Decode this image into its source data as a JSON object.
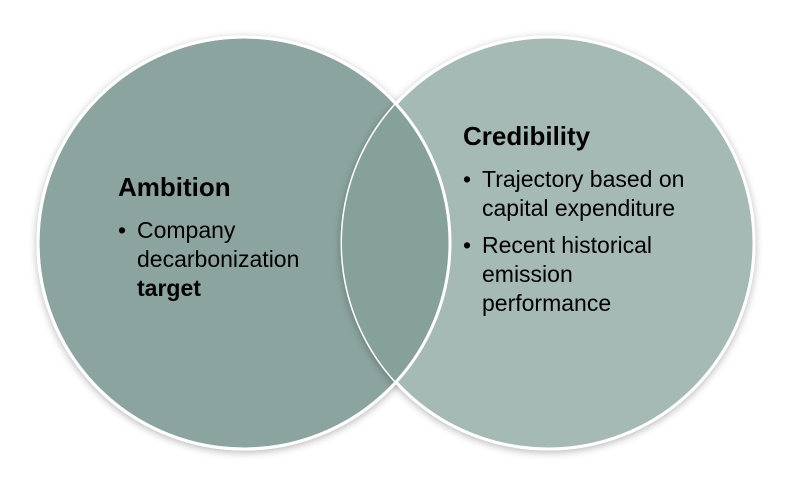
{
  "diagram": {
    "colors": {
      "left_circle": "#8ba49f",
      "right_circle": "#a5b9b5",
      "overlap": "#86a09a",
      "border": "#ffffff",
      "text": "#000000"
    },
    "left": {
      "title": "Ambition",
      "bullets": [
        {
          "text": "Company decarbonization",
          "emphasis": "target"
        }
      ]
    },
    "right": {
      "title": "Credibility",
      "bullets": [
        {
          "text": "Trajectory based on capital expenditure"
        },
        {
          "text": "Recent historical emission performance"
        }
      ]
    }
  }
}
